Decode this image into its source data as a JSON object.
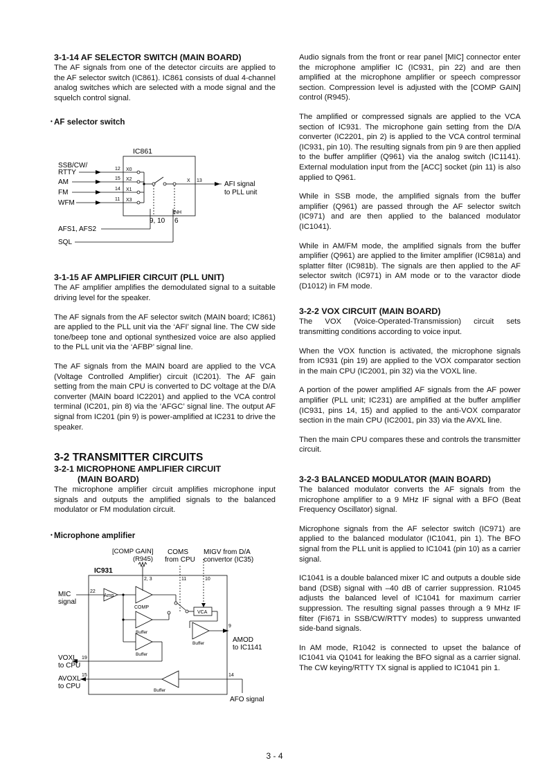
{
  "left": {
    "s1_title": "3-1-14 AF SELECTOR SWITCH (MAIN BOARD)",
    "s1_p1": "The AF signals from one of the detector circuits are applied to the AF selector switch (IC861). IC861 consists of dual 4-channel analog switches which are selected with a mode signal and the squelch control signal.",
    "fig1_label": "AF selector switch",
    "fig1": {
      "ic": "IC861",
      "in1a": "SSB/CW/",
      "in1b": "RTTY",
      "in2": "AM",
      "in3": "FM",
      "in4": "WFM",
      "p12": "12",
      "p15": "15",
      "p14": "14",
      "p11": "11",
      "x0": "X0",
      "x2": "X2",
      "x1": "X1",
      "x3": "X3",
      "x": "X",
      "p13": "13",
      "out1": "AFI signal",
      "out2": "to PLL unit",
      "inh": "INH",
      "p910": "9, 10",
      "p6": "6",
      "afs": "AFS1, AFS2",
      "sql": "SQL"
    },
    "s2_title": "3-1-15 AF AMPLIFIER CIRCUIT (PLL UNIT)",
    "s2_p1": "The AF amplifier amplifies the demodulated signal to a suitable driving level for the speaker.",
    "s2_p2": "The AF signals from the AF selector switch (MAIN board; IC861) are applied to the PLL unit via the ‘AFI’ signal line. The CW side tone/beep tone and optional synthesized voice are also applied to the PLL unit via the ‘AFBP’ signal line.",
    "s2_p3": "The AF signals from the MAIN board are applied to the VCA (Voltage Controlled Amplifier) circuit (IC201). The AF gain setting from the main CPU is converted to DC voltage at the D/A converter (MAIN board IC2201) and applied to the VCA control terminal (IC201, pin 8) via the ‘AFGC’ signal line. The output AF signal from IC201 (pin 9) is power-amplified at IC231 to drive the speaker.",
    "s3_title": "3-2 TRANSMITTER CIRCUITS",
    "s3_sub1": "3-2-1 MICROPHONE AMPLIFIER CIRCUIT",
    "s3_sub2": "(MAIN BOARD)",
    "s3_p1": "The microphone amplifier circuit amplifies microphone input signals and outputs the amplified signals to the balanced modulator or FM modulation circuit.",
    "fig2_label": "Microphone amplifier",
    "fig2": {
      "comp_gain": "[COMP GAIN]",
      "r945": "(R945)",
      "coms1": "COMS",
      "coms2": "from CPU",
      "migv1": "MIGV from D/A",
      "migv2": "convertor (IC35)",
      "ic": "IC931",
      "p23": "2, 3",
      "p11": "11",
      "p10": "10",
      "mic1": "MIC",
      "mic2": "signal",
      "p22": "22",
      "amp": "Amp",
      "comp": "COMP",
      "vca": "VCA",
      "buffer": "Buffer",
      "p9": "9",
      "amod1": "AMOD",
      "amod2": "to IC1141",
      "voxl1": "VOXL",
      "voxl2": "to CPU",
      "p19": "19",
      "avoxl1": "AVOXL",
      "avoxl2": "to CPU",
      "p15": "15",
      "p14": "14",
      "afo": "AFO signal"
    }
  },
  "right": {
    "p1": "Audio signals from the front or rear panel [MIC] connector enter the microphone amplifier IC (IC931, pin 22) and are then amplified at the microphone amplifier or speech compressor section. Compression level is adjusted with the [COMP GAIN] control (R945).",
    "p2": "The amplified or compressed signals are applied to the VCA section of IC931. The microphone gain setting from the D/A converter (IC2201, pin 2) is applied to the VCA control terminal (IC931, pin 10). The resulting signals from pin 9 are then applied to the buffer amplifier (Q961) via the analog switch (IC1141). External modulation input from the [ACC] socket (pin 11) is also applied to Q961.",
    "p3": "While in SSB mode, the amplified signals from the buffer amplifier (Q961) are passed through the AF selector switch (IC971) and are then applied to the balanced modulator (IC1041).",
    "p4": "While in AM/FM mode, the amplified signals from the buffer amplifier (Q961) are applied to the limiter amplifier (IC981a) and splatter filter (IC981b). The signals are then applied to the AF selector switch (IC971) in AM mode or to the varactor diode (D1012) in FM mode.",
    "s2_title": "3-2-2 VOX CIRCUIT (MAIN BOARD)",
    "s2_p1": "The VOX (Voice-Operated-Transmission) circuit sets transmitting conditions according to voice input.",
    "s2_p2": "When the VOX function is activated, the microphone signals from IC931 (pin 19) are applied to the VOX comparator section in the main CPU (IC2001, pin 32) via the VOXL line.",
    "s2_p3": "A portion of the power amplified AF signals from the AF power amplifier (PLL unit; IC231) are amplified at the buffer amplifier (IC931, pins 14, 15) and applied to the anti-VOX comparator section in the main CPU (IC2001, pin 33) via the AVXL line.",
    "s2_p4": "Then the main CPU compares these and controls the transmitter circuit.",
    "s3_title": "3-2-3 BALANCED MODULATOR (MAIN BOARD)",
    "s3_p1": "The balanced modulator converts the AF signals from the microphone amplifier to a 9 MHz IF signal with a BFO (Beat Frequency Oscillator) signal.",
    "s3_p2": "Microphone signals from the AF selector switch (IC971) are applied to the balanced modulator (IC1041, pin 1). The BFO signal from the PLL unit is applied to IC1041 (pin 10) as a carrier signal.",
    "s3_p3": "IC1041 is a double balanced mixer IC and outputs a double side band (DSB) signal with –40 dB of carrier suppression. R1045 adjusts the balanced level of IC1041 for maximum carrier suppression. The resulting signal passes through a 9 MHz IF filter (FI671 in SSB/CW/RTTY modes) to suppress unwanted side-band signals.",
    "s3_p4": "In AM mode, R1042 is connected to upset the balance of IC1041 via Q1041 for leaking the BFO signal as a carrier signal. The CW keying/RTTY TX signal is applied to IC1041 pin 1."
  },
  "page_number": "3 - 4"
}
